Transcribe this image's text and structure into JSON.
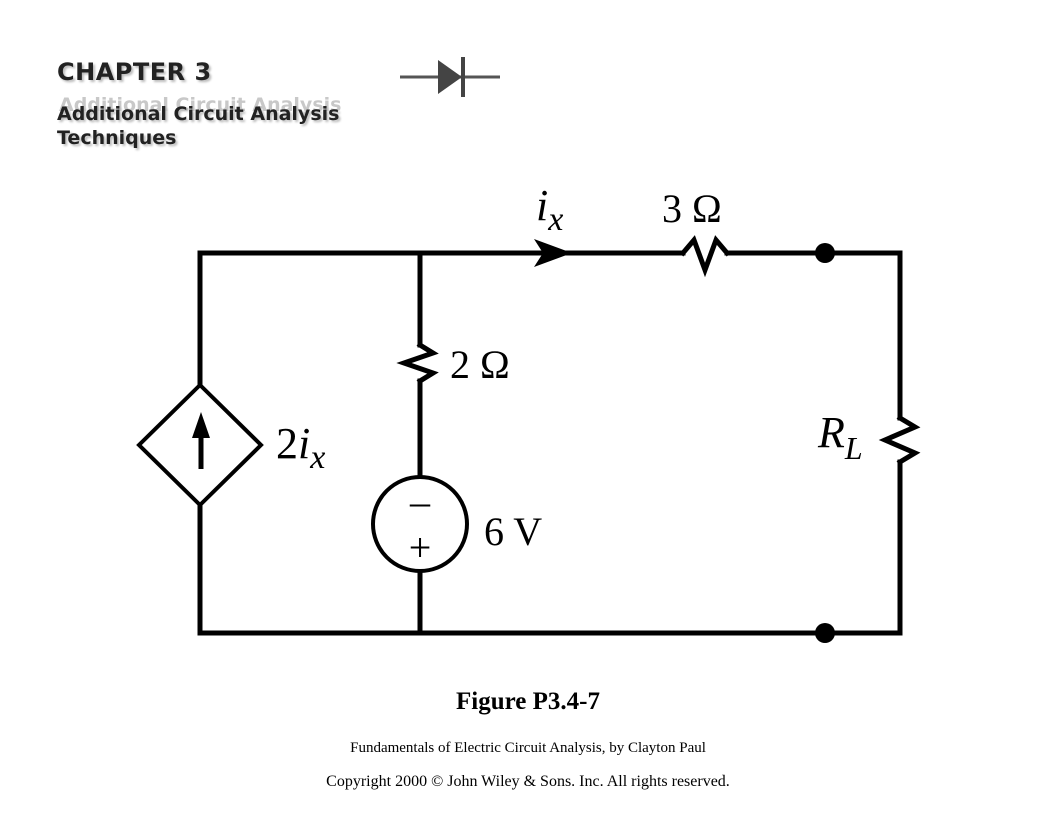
{
  "header": {
    "chapter": "CHAPTER 3",
    "subtitle_line1": "Additional Circuit Analysis",
    "subtitle_line2": "Techniques"
  },
  "circuit": {
    "current_label": "i",
    "current_subscript": "x",
    "resistor_top": "3 Ω",
    "resistor_mid": "2 Ω",
    "source_dependent_coef": "2",
    "source_dependent_var": "i",
    "source_dependent_sub": "x",
    "voltage_source": "6 V",
    "voltage_minus": "–",
    "voltage_plus": "+",
    "load_label": "R",
    "load_subscript": "L"
  },
  "caption": {
    "figure": "Figure P3.4-7",
    "book": "Fundamentals of Electric Circuit Analysis, by Clayton Paul",
    "copyright": "Copyright 2000 © John Wiley & Sons. Inc. All rights reserved."
  }
}
